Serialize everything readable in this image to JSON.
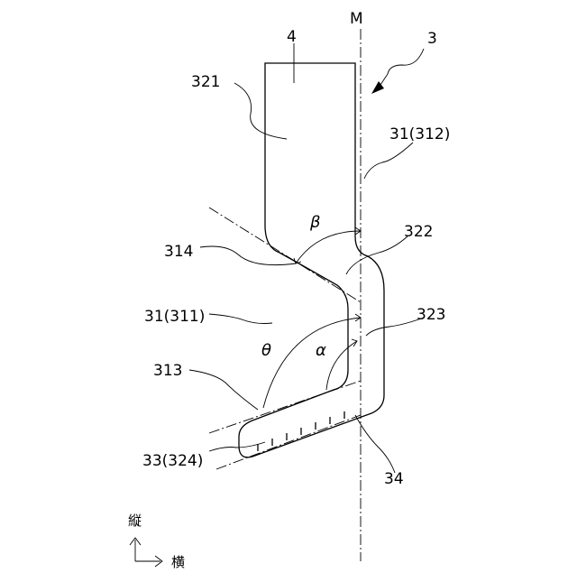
{
  "labels": {
    "axis_m": "M",
    "ref_3": "3",
    "ref_4": "4",
    "ref_321": "321",
    "ref_31_312": "31(312)",
    "ref_314": "314",
    "ref_322": "322",
    "ref_31_311": "31(311)",
    "ref_323": "323",
    "ref_313": "313",
    "ref_33_324": "33(324)",
    "ref_34": "34",
    "angle_beta": "β",
    "angle_theta": "θ",
    "angle_alpha": "α"
  },
  "orientation": {
    "vertical": "縦",
    "horizontal": "横"
  }
}
